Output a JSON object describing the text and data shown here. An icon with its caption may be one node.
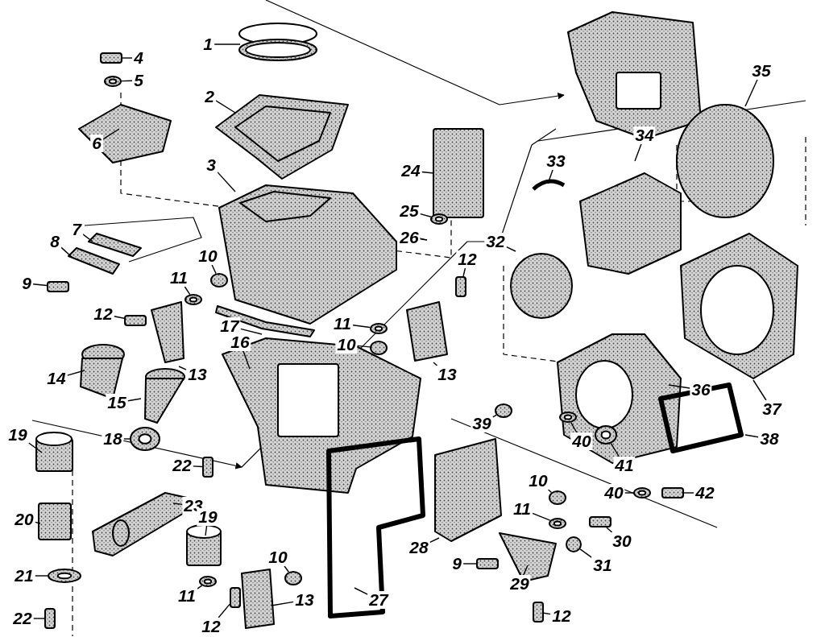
{
  "diagram": {
    "nodes": [
      {
        "text": [
          "1"
        ]
      },
      {
        "text": [
          "4"
        ]
      },
      {
        "text": [
          "5"
        ]
      },
      {
        "text": [
          "35"
        ]
      },
      {
        "text": [
          "2"
        ]
      },
      {
        "text": [
          "34"
        ]
      },
      {
        "text": [
          "6"
        ]
      },
      {
        "text": [
          "33"
        ]
      },
      {
        "text": [
          "3"
        ]
      },
      {
        "text": [
          "24"
        ]
      },
      {
        "text": [
          "25"
        ]
      },
      {
        "text": [
          "7"
        ]
      },
      {
        "text": [
          "8"
        ]
      },
      {
        "text": [
          "26"
        ]
      },
      {
        "text": [
          "32"
        ]
      },
      {
        "text": [
          "10"
        ]
      },
      {
        "text": [
          "12"
        ]
      },
      {
        "text": [
          "11"
        ]
      },
      {
        "text": [
          "9"
        ]
      },
      {
        "text": [
          "12"
        ]
      },
      {
        "text": [
          "11"
        ]
      },
      {
        "text": [
          "17"
        ]
      },
      {
        "text": [
          "10"
        ]
      },
      {
        "text": [
          "16"
        ]
      },
      {
        "text": [
          "13"
        ]
      },
      {
        "text": [
          "13"
        ]
      },
      {
        "text": [
          "14"
        ]
      },
      {
        "text": [
          "36"
        ]
      },
      {
        "text": [
          "15"
        ]
      },
      {
        "text": [
          "37"
        ]
      },
      {
        "text": [
          "39"
        ]
      },
      {
        "text": [
          "40"
        ]
      },
      {
        "text": [
          "18"
        ]
      },
      {
        "text": [
          "38"
        ]
      },
      {
        "text": [
          "19"
        ]
      },
      {
        "text": [
          "41"
        ]
      },
      {
        "text": [
          "22"
        ]
      },
      {
        "text": [
          "10"
        ]
      },
      {
        "text": [
          "40"
        ]
      },
      {
        "text": [
          "42"
        ]
      },
      {
        "text": [
          "23"
        ]
      },
      {
        "text": [
          "19"
        ]
      },
      {
        "text": [
          "20"
        ]
      },
      {
        "text": [
          "11"
        ]
      },
      {
        "text": [
          "30"
        ]
      },
      {
        "text": [
          "28"
        ]
      },
      {
        "text": [
          "10"
        ]
      },
      {
        "text": [
          "9"
        ]
      },
      {
        "text": [
          "31"
        ]
      },
      {
        "text": [
          "29"
        ]
      },
      {
        "text": [
          "21"
        ]
      },
      {
        "text": [
          "11"
        ]
      },
      {
        "text": [
          "13"
        ]
      },
      {
        "text": [
          "27"
        ]
      },
      {
        "text": [
          "12"
        ]
      },
      {
        "text": [
          "12"
        ]
      },
      {
        "text": [
          "22"
        ]
      },
      {
        "text": [],
        "shape": "box"
      },
      {
        "text": [],
        "shape": "circle"
      },
      {
        "text": [],
        "shape": "circle"
      },
      {
        "text": [],
        "shape": "circle"
      },
      {
        "text": [],
        "shape": "box"
      },
      {
        "text": [],
        "shape": "circle"
      },
      {
        "text": [],
        "shape": "box"
      },
      {
        "text": [],
        "shape": "box"
      },
      {
        "text": [],
        "shape": "circle"
      },
      {
        "text": [],
        "shape": "circle"
      },
      {
        "text": [],
        "shape": "circle"
      },
      {
        "text": [],
        "shape": "circle"
      },
      {
        "text": [],
        "shape": "circle"
      },
      {
        "text": [],
        "shape": "circle"
      },
      {
        "text": [],
        "shape": "box"
      },
      {
        "text": [],
        "shape": "circle"
      },
      {
        "text": [],
        "shape": "circle"
      },
      {
        "text": [],
        "shape": "box"
      },
      {
        "text": [],
        "shape": "circle"
      },
      {
        "text": [],
        "shape": "box"
      },
      {
        "text": [],
        "shape": "circle"
      },
      {
        "text": [],
        "shape": "box"
      },
      {
        "text": [],
        "shape": "circle"
      },
      {
        "text": [],
        "shape": "circle"
      },
      {
        "text": [],
        "shape": "circle"
      },
      {
        "text": [],
        "shape": "box"
      },
      {
        "text": [],
        "shape": "box"
      },
      {
        "text": [],
        "shape": "box"
      }
    ],
    "edges": [
      {
        "from": 0,
        "to": null,
        "arrow": "none"
      },
      {
        "from": 1,
        "to": 57,
        "arrow": "none"
      },
      {
        "from": 2,
        "to": 58,
        "arrow": "none"
      },
      {
        "from": 3,
        "to": null,
        "arrow": "none"
      },
      {
        "from": 4,
        "to": null,
        "arrow": "none"
      },
      {
        "from": 5,
        "to": null,
        "arrow": "none"
      },
      {
        "from": 6,
        "to": null,
        "arrow": "none"
      },
      {
        "from": 7,
        "to": null,
        "arrow": "none"
      },
      {
        "from": 8,
        "to": null,
        "arrow": "none"
      },
      {
        "from": 9,
        "to": null,
        "arrow": "none"
      },
      {
        "from": 10,
        "to": 59,
        "arrow": "none"
      },
      {
        "from": 11,
        "to": null,
        "arrow": "none"
      },
      {
        "from": 12,
        "to": null,
        "arrow": "none"
      },
      {
        "from": 13,
        "to": null,
        "arrow": "none"
      },
      {
        "from": 14,
        "to": null,
        "arrow": "none"
      },
      {
        "from": 15,
        "to": 60,
        "arrow": "none"
      },
      {
        "from": 16,
        "to": 61,
        "arrow": "none"
      },
      {
        "from": 17,
        "to": 62,
        "arrow": "none"
      },
      {
        "from": 18,
        "to": 63,
        "arrow": "none"
      },
      {
        "from": 19,
        "to": 64,
        "arrow": "none"
      },
      {
        "from": 20,
        "to": 65,
        "arrow": "none"
      },
      {
        "from": 21,
        "to": null,
        "arrow": "none"
      },
      {
        "from": 22,
        "to": 66,
        "arrow": "none"
      },
      {
        "from": 23,
        "to": null,
        "arrow": "none"
      },
      {
        "from": 24,
        "to": null,
        "arrow": "none"
      },
      {
        "from": 25,
        "to": null,
        "arrow": "none"
      },
      {
        "from": 26,
        "to": null,
        "arrow": "none"
      },
      {
        "from": 27,
        "to": null,
        "arrow": "none"
      },
      {
        "from": 28,
        "to": null,
        "arrow": "none"
      },
      {
        "from": 29,
        "to": null,
        "arrow": "none"
      },
      {
        "from": 30,
        "to": 67,
        "arrow": "none"
      },
      {
        "from": 31,
        "to": 68,
        "arrow": "none"
      },
      {
        "from": 32,
        "to": 69,
        "arrow": "none"
      },
      {
        "from": 33,
        "to": null,
        "arrow": "none"
      },
      {
        "from": 34,
        "to": null,
        "arrow": "none"
      },
      {
        "from": 35,
        "to": 70,
        "arrow": "none"
      },
      {
        "from": 36,
        "to": 71,
        "arrow": "none"
      },
      {
        "from": 37,
        "to": 72,
        "arrow": "none"
      },
      {
        "from": 38,
        "to": 73,
        "arrow": "none"
      },
      {
        "from": 39,
        "to": 74,
        "arrow": "none"
      },
      {
        "from": 40,
        "to": null,
        "arrow": "none"
      },
      {
        "from": 41,
        "to": null,
        "arrow": "none"
      },
      {
        "from": 42,
        "to": null,
        "arrow": "none"
      },
      {
        "from": 43,
        "to": 75,
        "arrow": "none"
      },
      {
        "from": 44,
        "to": 76,
        "arrow": "none"
      },
      {
        "from": 45,
        "to": null,
        "arrow": "none"
      },
      {
        "from": 46,
        "to": 77,
        "arrow": "none"
      },
      {
        "from": 47,
        "to": 78,
        "arrow": "none"
      },
      {
        "from": 48,
        "to": 79,
        "arrow": "none"
      },
      {
        "from": 49,
        "to": null,
        "arrow": "none"
      },
      {
        "from": 50,
        "to": 80,
        "arrow": "none"
      },
      {
        "from": 51,
        "to": 81,
        "arrow": "none"
      },
      {
        "from": 52,
        "to": null,
        "arrow": "none"
      },
      {
        "from": 53,
        "to": null,
        "arrow": "none"
      },
      {
        "from": 54,
        "to": 82,
        "arrow": "none"
      },
      {
        "from": 55,
        "to": 83,
        "arrow": "none"
      },
      {
        "from": 56,
        "to": 84,
        "arrow": "none"
      }
    ]
  }
}
